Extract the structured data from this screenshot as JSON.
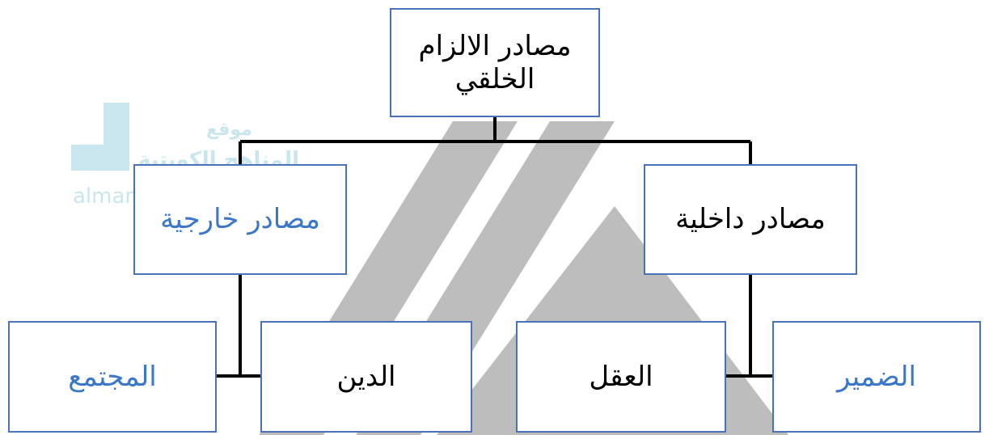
{
  "watermark": {
    "site_ar_line1": "موقع",
    "site_ar_line2": "المناهج الكويتية",
    "url": "almanahj.com/kw"
  },
  "diagram": {
    "root": {
      "label": "مصادر الالزام الخلقي",
      "color": "#000000"
    },
    "external": {
      "label": "مصادر خارجية",
      "color": "#3b78c9"
    },
    "internal": {
      "label": "مصادر داخلية",
      "color": "#000000"
    },
    "society": {
      "label": "المجتمع",
      "color": "#3b78c9"
    },
    "religion": {
      "label": "الدين",
      "color": "#000000"
    },
    "mind": {
      "label": "العقل",
      "color": "#000000"
    },
    "conscience": {
      "label": "الضمير",
      "color": "#3b78c9"
    }
  },
  "colors": {
    "box_border": "#4a72b8",
    "connector": "#000000",
    "watermark_gray": "#bdbdbd",
    "watermark_blue": "#c9e6ee"
  }
}
